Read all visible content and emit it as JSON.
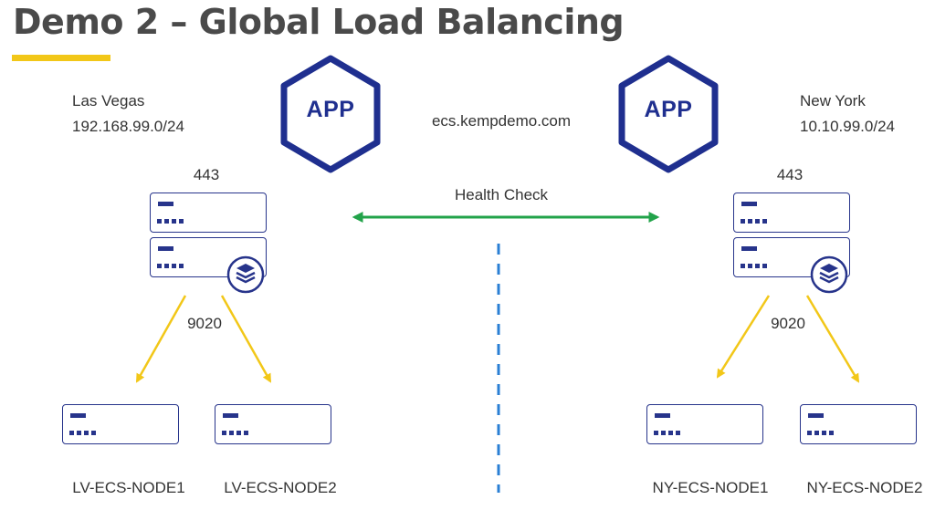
{
  "slide": {
    "title": "Demo 2 – Global Load Balancing",
    "domain": "ecs.kempdemo.com",
    "health_check": "Health Check",
    "app_label": "APP"
  },
  "sites": {
    "left": {
      "city": "Las Vegas",
      "subnet": "192.168.99.0/24",
      "vs_port": "443",
      "backend_port": "9020",
      "nodes": [
        "LV-ECS-NODE1",
        "LV-ECS-NODE2"
      ]
    },
    "right": {
      "city": "New York",
      "subnet": "10.10.99.0/24",
      "vs_port": "443",
      "backend_port": "9020",
      "nodes": [
        "NY-ECS-NODE1",
        "NY-ECS-NODE2"
      ]
    }
  },
  "colors": {
    "title": "#4a4a4a",
    "accent_bar": "#f2c718",
    "server": "#27348b",
    "app_hex": "#1f2f8f",
    "health_arrow": "#22a34a",
    "divider": "#2a7fd4",
    "flow_arrow": "#f2c718"
  },
  "icons": {
    "app": "hexagon-icon",
    "load_balancer_badge": "stacked-layers-icon",
    "server": "server-icon"
  }
}
